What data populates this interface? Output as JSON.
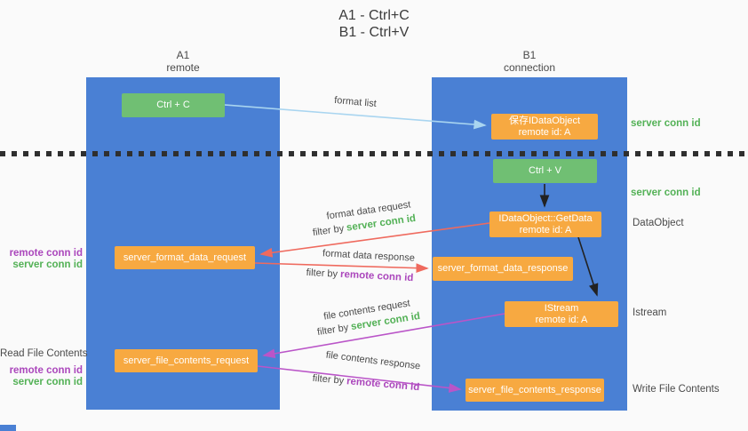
{
  "title": {
    "line1": "A1 - Ctrl+C",
    "line2": "B1 - Ctrl+V"
  },
  "columns": {
    "left": {
      "id": "A1",
      "name": "remote"
    },
    "right": {
      "id": "B1",
      "name": "connection"
    }
  },
  "nodes": {
    "ctrl_c": {
      "label": "Ctrl + C"
    },
    "save_idataobject": {
      "line1": "保存IDataObject",
      "line2": "remote id: A"
    },
    "ctrl_v": {
      "label": "Ctrl + V"
    },
    "idataobject_getdata": {
      "line1": "IDataObject::GetData",
      "line2": "remote id: A"
    },
    "server_format_data_request": {
      "label": "server_format_data_request"
    },
    "server_format_data_response": {
      "label": "server_format_data_response"
    },
    "istream": {
      "line1": "IStream",
      "line2": "remote id: A"
    },
    "server_file_contents_request": {
      "label": "server_file_contents_request"
    },
    "server_file_contents_response": {
      "label": "server_file_contents_response"
    }
  },
  "edge_labels": {
    "format_list": "format list",
    "format_data_request": "format data request",
    "format_data_response": "format data response",
    "file_contents_request": "file contents request",
    "file_contents_response": "file contents response",
    "filter_by": "filter by",
    "server_conn_id": "server conn id",
    "remote_conn_id": "remote conn id"
  },
  "side_labels": {
    "right": {
      "server_conn_id_top": "server conn id",
      "server_conn_id_mid": "server conn id",
      "dataobject": "DataObject",
      "istream": "Istream",
      "write_file_contents": "Write File Contents"
    },
    "left": {
      "remote_conn_id_1": "remote conn id",
      "server_conn_id_1": "server conn id",
      "read_file_contents": "Read File Contents",
      "remote_conn_id_2": "remote conn id",
      "server_conn_id_2": "server conn id"
    }
  },
  "colors": {
    "column_blue": "#4a80d4",
    "box_green": "#70bf73",
    "box_orange": "#f7a941",
    "text_green": "#53b156",
    "text_purple": "#ab47bc",
    "arrow_red": "#ef6a5e",
    "arrow_purple": "#ba55c8",
    "arrow_lightblue": "#a9d5f0",
    "arrow_black": "#222222"
  }
}
